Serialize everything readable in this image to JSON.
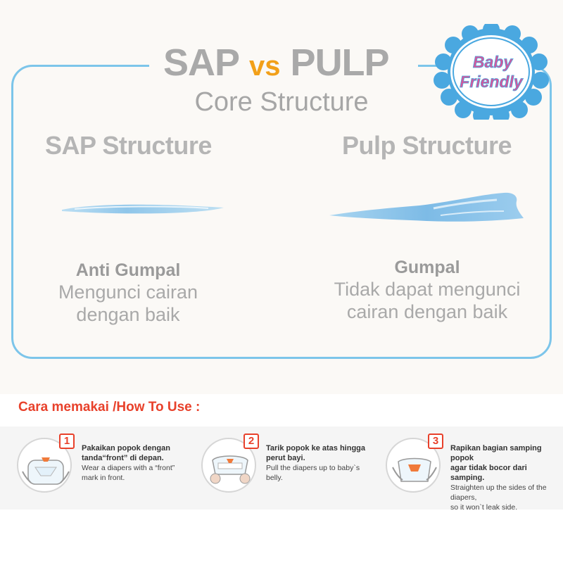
{
  "title": {
    "left": "SAP",
    "vs": "vs",
    "right": "PULP"
  },
  "subtitle": "Core Structure",
  "badge": {
    "line1": "Baby",
    "line2": "Friendly"
  },
  "sap": {
    "heading": "SAP Structure",
    "label": "Anti Gumpal",
    "desc_line1": "Mengunci cairan",
    "desc_line2": "dengan baik"
  },
  "pulp": {
    "heading": "Pulp Structure",
    "label": "Gumpal",
    "desc_line1": "Tidak dapat mengunci",
    "desc_line2": "cairan dengan baik"
  },
  "how_to": {
    "title": "Cara memakai /How To Use :",
    "steps": [
      {
        "num": "1",
        "id_line1": "Pakaikan popok dengan",
        "id_line2": "tanda“front” di depan.",
        "en_line1": "Wear a diapers with a “front”",
        "en_line2": "mark in front."
      },
      {
        "num": "2",
        "id_line1": "Tarik popok ke atas hingga",
        "id_line2": "perut bayi.",
        "en_line1": "Pull the diapers up to baby`s",
        "en_line2": "belly."
      },
      {
        "num": "3",
        "id_line1": "Rapikan bagian samping popok",
        "id_line2": "agar tidak bocor dari samping.",
        "en_line1": "Straighten up the sides of the diapers,",
        "en_line2": "so it won`t leak side."
      }
    ]
  },
  "colors": {
    "frame": "#7cc5ea",
    "accent": "#f2a019",
    "howto": "#e8412b",
    "badge_blue": "#4aa8e0",
    "badge_text": "#d9559a"
  }
}
